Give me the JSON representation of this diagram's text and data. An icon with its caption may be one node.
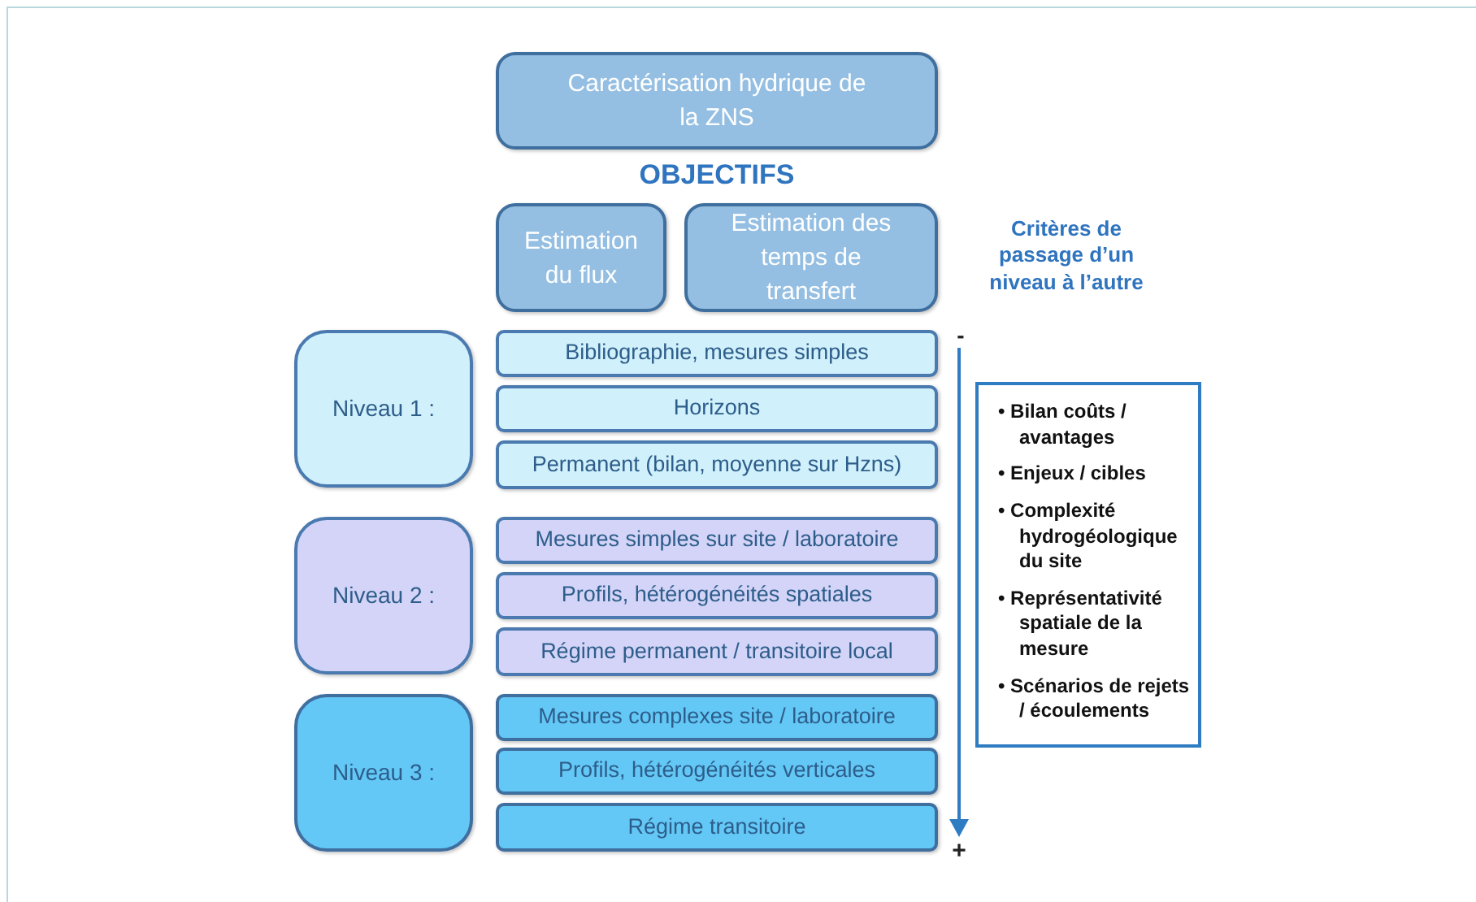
{
  "diagram": {
    "nodes": [
      {
        "text": [
          "Caractérisation hydrique de la ZNS"
        ]
      },
      {
        "text": [
          "Estimation du flux"
        ]
      },
      {
        "text": [
          "Estimation des temps de transfert"
        ]
      },
      {
        "text": [
          "Niveau 1 :"
        ]
      },
      {
        "text": [
          "Bibliographie, mesures simples"
        ]
      },
      {
        "text": [
          "Horizons"
        ]
      },
      {
        "text": [
          "Permanent (bilan, moyenne sur Hzns)"
        ]
      },
      {
        "text": [
          "Niveau 2 :"
        ]
      },
      {
        "text": [
          "Mesures simples sur site / laboratoire"
        ]
      },
      {
        "text": [
          "Profils, hétérogénéités spatiales"
        ]
      },
      {
        "text": [
          "Régime permanent / transitoire local"
        ]
      },
      {
        "text": [
          "Niveau 3 :"
        ]
      },
      {
        "text": [
          "Mesures complexes site / laboratoire"
        ]
      },
      {
        "text": [
          "Profils, hétérogénéités verticales"
        ]
      },
      {
        "text": [
          "Régime transitoire"
        ]
      },
      {
        "text": [
          "• Bilan coûts / avantages",
          "• Enjeux / cibles",
          "• Complexité hydrogéologique du site",
          "• Représentativité spatiale de la mesure",
          "• Scénarios de rejets / écoulements"
        ]
      }
    ],
    "labels": [
      "OBJECTIFS",
      "Critères de passage d’un niveau à l’autre",
      "-",
      "+"
    ]
  }
}
